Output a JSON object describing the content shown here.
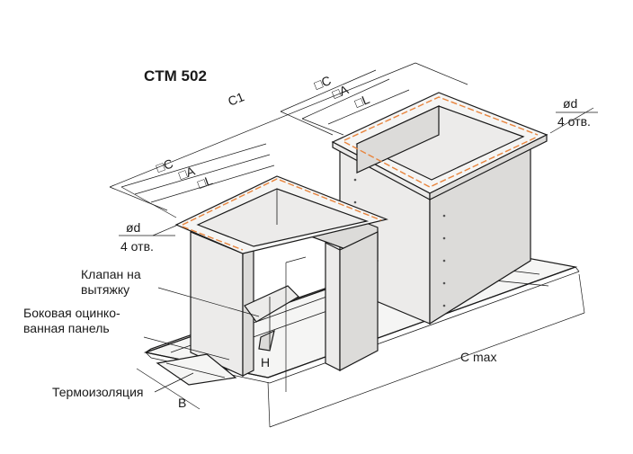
{
  "title": "CTM 502",
  "dimensions": {
    "c1": "C1",
    "sq_c_right": "□C",
    "sq_a_right": "□A",
    "sq_l_right": "□L",
    "sq_c_left": "□C",
    "sq_a_left": "□A",
    "sq_l_left": "□L",
    "c_max": "C max",
    "h": "H",
    "b": "B"
  },
  "holes_right": {
    "diameter": "ød",
    "count": "4 отв."
  },
  "holes_left": {
    "diameter": "ød",
    "count": "4 отв."
  },
  "callouts": {
    "valve_line1": "Клапан на",
    "valve_line2": "вытяжку",
    "panel_line1": "Боковая оцинко-",
    "panel_line2": "ванная панель",
    "insulation": "Термоизоляция"
  }
}
